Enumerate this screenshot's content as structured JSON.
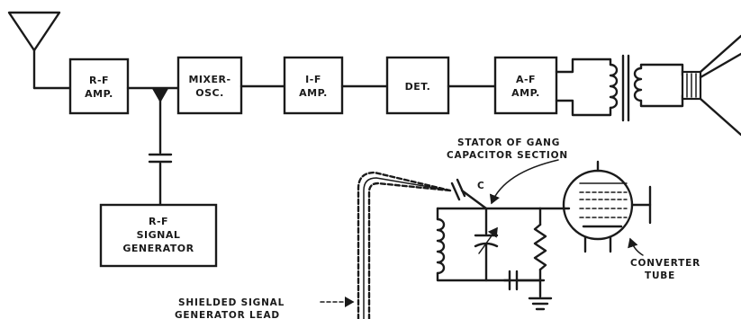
{
  "blocks": {
    "rf_amp": [
      "R-F",
      "AMP."
    ],
    "mixer_osc": [
      "MIXER-",
      "OSC."
    ],
    "if_amp": [
      "I-F",
      "AMP."
    ],
    "det": "DET.",
    "af_amp": [
      "A-F",
      "AMP."
    ],
    "rf_signal_generator": [
      "R-F",
      "SIGNAL",
      "GENERATOR"
    ]
  },
  "annotations": {
    "stator": [
      "STATOR OF GANG",
      "CAPACITOR SECTION"
    ],
    "capacitor_c": "C",
    "converter_tube": [
      "CONVERTER",
      "TUBE"
    ],
    "shielded_lead": [
      "SHIELDED SIGNAL",
      "GENERATOR LEAD"
    ]
  }
}
